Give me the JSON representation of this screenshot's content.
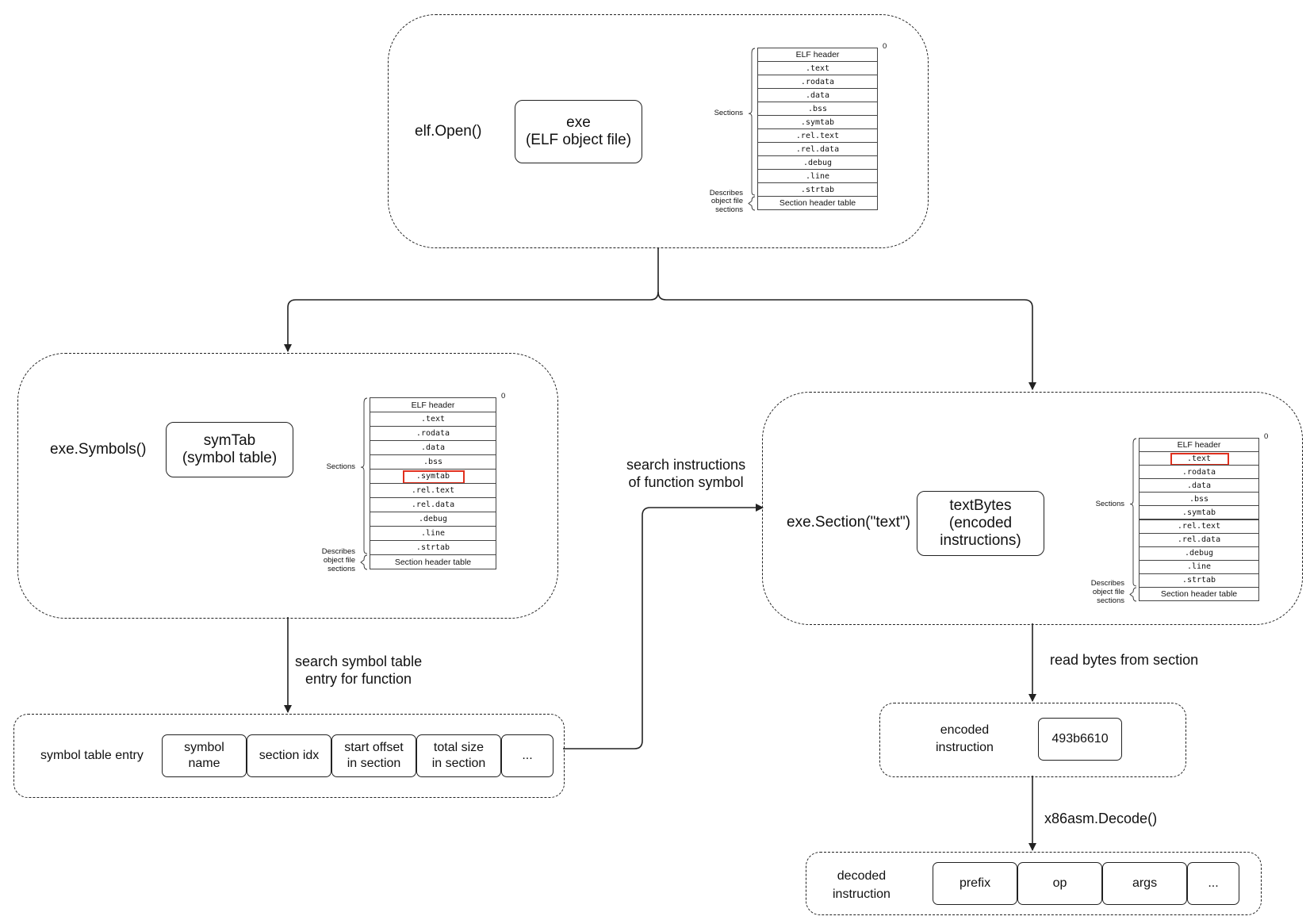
{
  "elf_layout": {
    "rows": [
      "ELF header",
      ".text",
      ".rodata",
      ".data",
      ".bss",
      ".symtab",
      ".rel.text",
      ".rel.data",
      ".debug",
      ".line",
      ".strtab",
      "Section header table"
    ],
    "offset_label": "0",
    "sections_label": "Sections",
    "describes_label": "Describes\nobject file\nsections"
  },
  "top": {
    "call_label": "elf.Open()",
    "box_text": "exe\n(ELF object file)"
  },
  "left": {
    "call_label": "exe.Symbols()",
    "box_text": "symTab\n(symbol table)",
    "highlight": ".symtab"
  },
  "right": {
    "call_label": "exe.Section(\"text\")",
    "box_text": "textBytes\n(encoded\ninstructions)",
    "highlight": ".text"
  },
  "symbol_entry": {
    "label": "symbol table entry",
    "fields": [
      "symbol\nname",
      "section idx",
      "start offset\nin section",
      "total size\nin section",
      "..."
    ]
  },
  "encoded": {
    "label": "encoded\ninstruction",
    "value": "493b6610"
  },
  "decoded": {
    "label": "decoded\ninstruction",
    "fields": [
      "prefix",
      "op",
      "args",
      "..."
    ]
  },
  "edges": {
    "search_symbol": "search symbol table\nentry for function",
    "search_instructions": "search instructions\nof function symbol",
    "read_bytes": "read bytes from section",
    "decode": "x86asm.Decode()"
  },
  "colors": {
    "highlight": "#e0301e",
    "line": "#222222"
  }
}
